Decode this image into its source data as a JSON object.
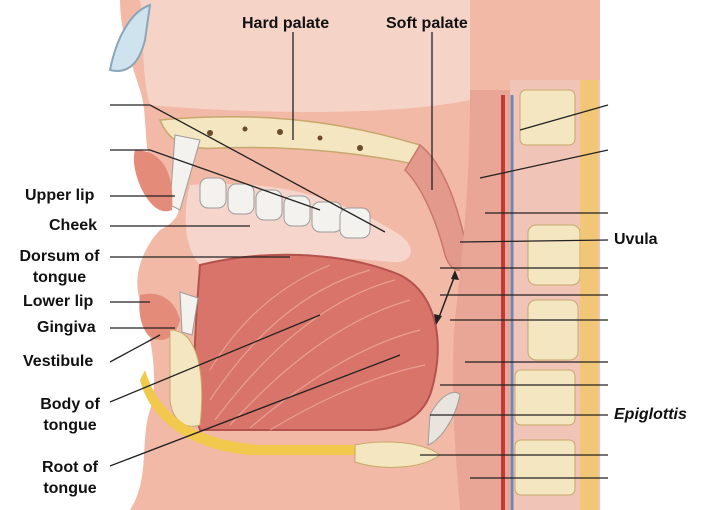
{
  "labels": {
    "hard_palate": "Hard palate",
    "soft_palate": "Soft palate",
    "upper_lip": "Upper lip",
    "cheek": "Cheek",
    "dorsum_line1": "Dorsum of",
    "dorsum_line2": "tongue",
    "lower_lip": "Lower lip",
    "gingiva": "Gingiva",
    "vestibule": "Vestibule",
    "body_line1": "Body of",
    "body_line2": "tongue",
    "root_line1": "Root of",
    "root_line2": "tongue",
    "uvula": "Uvula",
    "epiglottis": "Epiglottis"
  },
  "colors": {
    "skin": "#f2b9a6",
    "mucosa": "#e79a8c",
    "cavity": "#f6d5cc",
    "muscle": "#d9746b",
    "muscle_dark": "#b5524d",
    "bone": "#f3e6c0",
    "bone_hole": "#6b4a2c",
    "fat": "#f2c94c",
    "teeth": "#f4f2ee",
    "vessel_red": "#c23a36",
    "vessel_blue": "#6f86b8",
    "leader": "#222222"
  }
}
